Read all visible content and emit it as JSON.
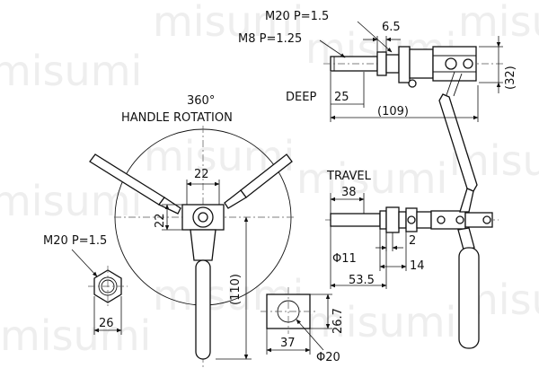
{
  "watermark": "misumi",
  "labels": {
    "m20_top": "M20 P=1.5",
    "m8": "M8 P=1.25",
    "dim_6_5": "6.5",
    "dim_32": "(32)",
    "deep": "DEEP",
    "dim_25": "25",
    "dim_109": "(109)",
    "rotation_deg": "360°",
    "rotation_text": "HANDLE ROTATION",
    "dim_22_h": "22",
    "dim_22_v": "22",
    "dim_110": "(110)",
    "m20_left": "M20 P=1.5",
    "dim_26": "26",
    "travel": "TRAVEL",
    "dim_38": "38",
    "dim_phi11": "Φ11",
    "dim_2": "2",
    "dim_14": "14",
    "dim_53_5": "53.5",
    "dim_26_7": "26.7",
    "dim_37": "37",
    "dim_phi20": "Φ20"
  }
}
